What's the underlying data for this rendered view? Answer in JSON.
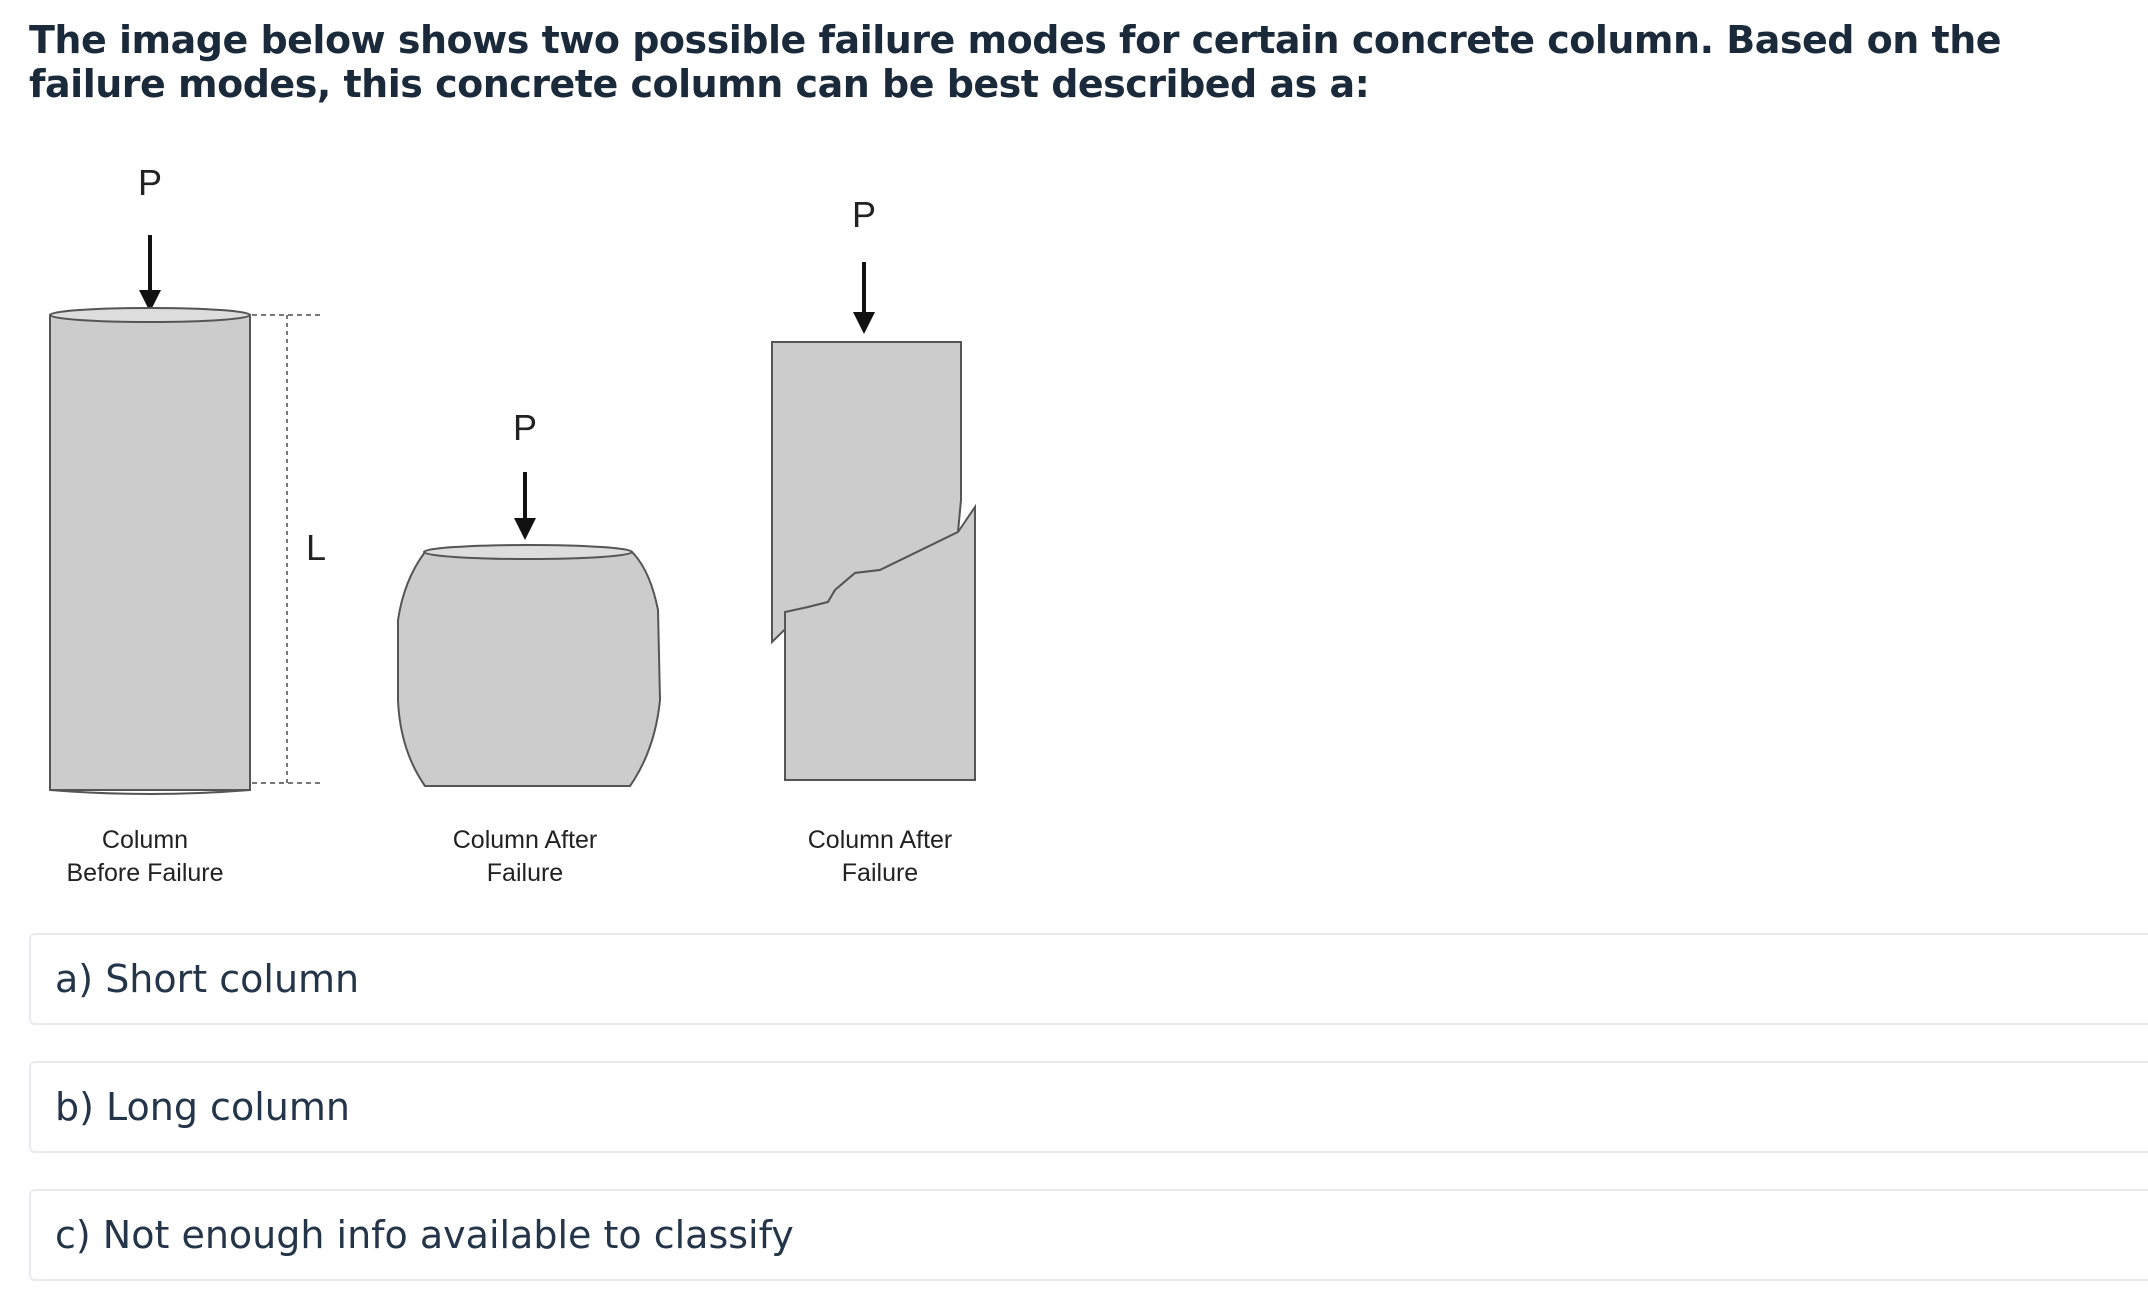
{
  "question": {
    "text": "The image below shows two possible failure modes for certain concrete column. Based on the failure modes, this concrete column can be best described as a:"
  },
  "figure": {
    "load_label": "P",
    "length_label": "L",
    "column1_caption": [
      "Column",
      "Before Failure"
    ],
    "column2_caption": [
      "Column After",
      "Failure"
    ],
    "column3_caption": [
      "Column After",
      "Failure"
    ],
    "fill_color": "#cccccc",
    "stroke_color": "#555555"
  },
  "options": [
    {
      "label": "a) Short column"
    },
    {
      "label": "b) Long column"
    },
    {
      "label": "c) Not enough info available to classify"
    }
  ]
}
